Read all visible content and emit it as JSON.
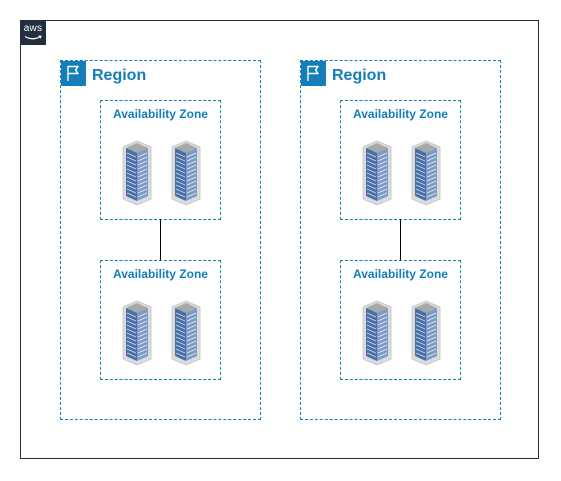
{
  "logo": {
    "text": "aws",
    "icon": "aws-logo"
  },
  "regions": [
    {
      "label": "Region",
      "icon": "flag-icon",
      "availability_zones": [
        {
          "label": "Availability Zone",
          "servers": 2,
          "server_icon": "server-rack-icon"
        },
        {
          "label": "Availability Zone",
          "servers": 2,
          "server_icon": "server-rack-icon"
        }
      ]
    },
    {
      "label": "Region",
      "icon": "flag-icon",
      "availability_zones": [
        {
          "label": "Availability Zone",
          "servers": 2,
          "server_icon": "server-rack-icon"
        },
        {
          "label": "Availability Zone",
          "servers": 2,
          "server_icon": "server-rack-icon"
        }
      ]
    }
  ],
  "colors": {
    "accent": "#147eba",
    "logo_bg": "#232f3e",
    "rack_front": "#4d72a8",
    "rack_side": "#7f9cc4",
    "rack_top": "#b3b3b3"
  }
}
